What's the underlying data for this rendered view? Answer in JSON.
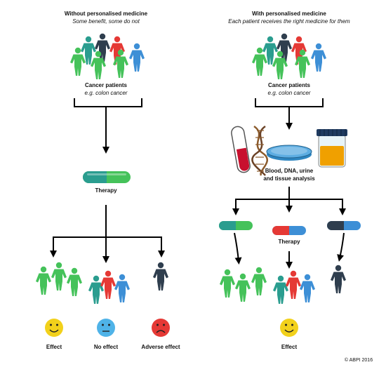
{
  "left": {
    "title": "Without personalised medicine",
    "subtitle": "Some benefit, some do not",
    "patients_label": "Cancer patients",
    "patients_example": "e.g. colon cancer",
    "therapy_label": "Therapy",
    "outcomes": [
      {
        "label": "Effect",
        "face": "happy",
        "color": "#f2d11b"
      },
      {
        "label": "No effect",
        "face": "neutral",
        "color": "#4fb3e8"
      },
      {
        "label": "Adverse effect",
        "face": "sad",
        "color": "#e53935"
      }
    ]
  },
  "right": {
    "title": "With personalised medicine",
    "subtitle": "Each patient receives the right medicine for them",
    "patients_label": "Cancer patients",
    "patients_example": "e.g. colon cancer",
    "analysis_label_line1": "Blood, DNA, urine",
    "analysis_label_line2": "and tissue analysis",
    "therapy_label": "Therapy",
    "outcome_label": "Effect"
  },
  "copyright": "© ABPI 2016",
  "colors": {
    "green": "#45c25a",
    "teal": "#2a9d8f",
    "navy": "#2f3e4e",
    "red": "#e53935",
    "blue": "#3d8fd6",
    "pill_green": "#45c25a",
    "pill_teal": "#2a9d8f"
  }
}
